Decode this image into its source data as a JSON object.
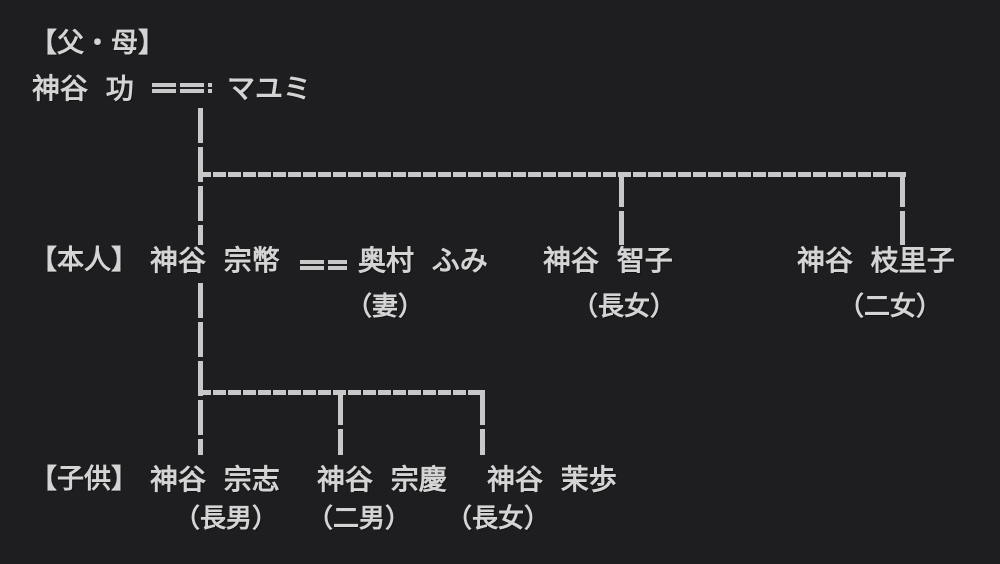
{
  "colors": {
    "bg": "#1e1e20",
    "text": "#d4d4d4",
    "line": "#c8c8c8"
  },
  "family_tree": {
    "parents": {
      "label": "【父・母】",
      "father": "神谷 功",
      "mother": "マユミ"
    },
    "self_generation": {
      "label": "【本人】",
      "person": "神谷 宗幣",
      "wife": "奥村 ふみ",
      "wife_note": "（妻）",
      "sister1": "神谷 智子",
      "sister1_note": "（長女）",
      "sister2": "神谷 枝里子",
      "sister2_note": "（二女）"
    },
    "children": {
      "label": "【子供】",
      "son1": "神谷 宗志",
      "son1_note": "（長男）",
      "son2": "神谷 宗慶",
      "son2_note": "（二男）",
      "daughter": "神谷 茉歩",
      "daughter_note": "（長女）"
    }
  }
}
